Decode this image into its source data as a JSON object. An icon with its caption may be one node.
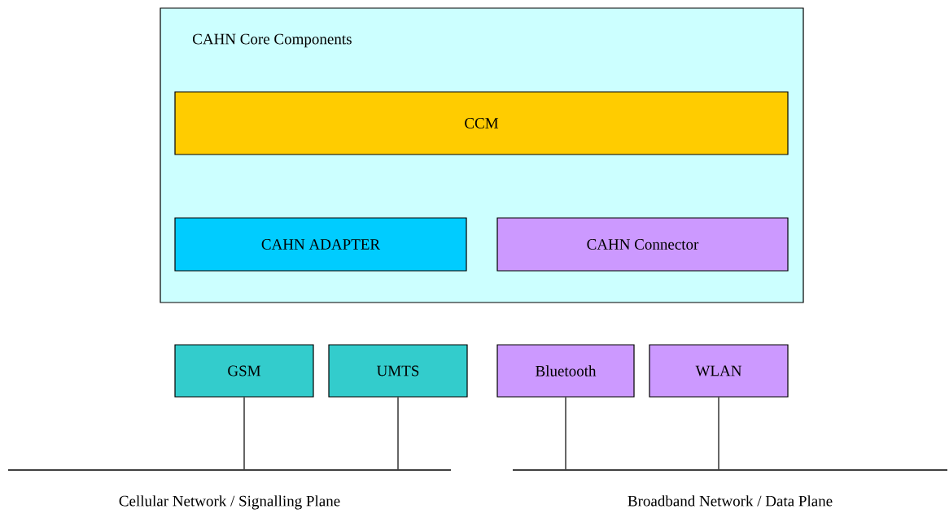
{
  "diagram": {
    "nodes": [
      {
        "text": [
          "CAHN Core Components"
        ]
      },
      {
        "text": [
          "CCM"
        ],
        "in": 0
      },
      {
        "text": [
          "CAHN ADAPTER"
        ],
        "in": 0
      },
      {
        "text": [
          "CAHN Connector"
        ],
        "in": 0
      },
      {
        "text": [
          "GSM"
        ]
      },
      {
        "text": [
          "UMTS"
        ]
      },
      {
        "text": [
          "Bluetooth"
        ]
      },
      {
        "text": [
          "WLAN"
        ]
      },
      {
        "text": [
          "Cellular Network / Signalling Plane"
        ]
      },
      {
        "text": [
          "Broadband Network / Data Plane"
        ]
      }
    ],
    "edges": [
      {
        "from": 4,
        "to": 8,
        "arrow": "none"
      },
      {
        "from": 5,
        "to": 8,
        "arrow": "none"
      },
      {
        "from": 6,
        "to": 9,
        "arrow": "none"
      },
      {
        "from": 7,
        "to": 9,
        "arrow": "none"
      }
    ]
  }
}
